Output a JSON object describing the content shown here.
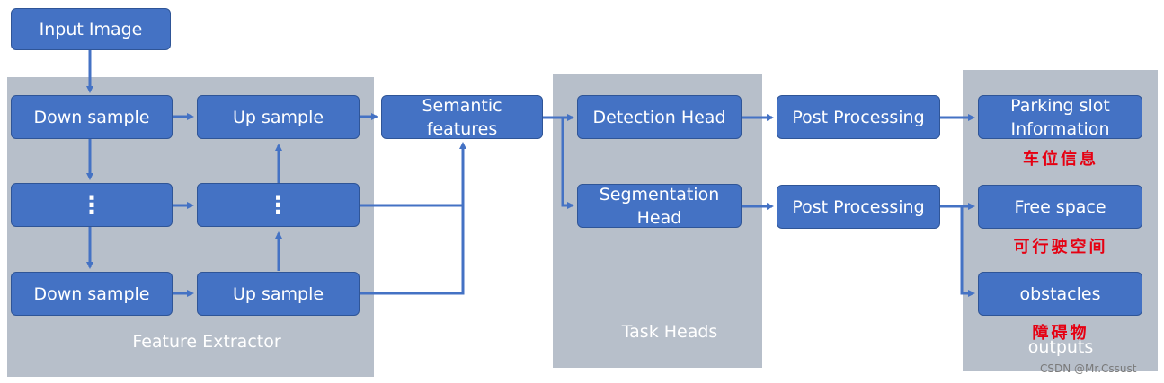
{
  "panels": {
    "feature_extractor": "Feature Extractor",
    "task_heads": "Task Heads",
    "outputs": "outputs"
  },
  "boxes": {
    "input_image": "Input Image",
    "down_sample_top": "Down sample",
    "up_sample_top": "Up sample",
    "dots_left": "⋮",
    "dots_right": "⋮",
    "down_sample_bottom": "Down sample",
    "up_sample_bottom": "Up sample",
    "semantic_features": "Semantic\nfeatures",
    "detection_head": "Detection Head",
    "segmentation_head": "Segmentation\nHead",
    "post_processing_1": "Post Processing",
    "post_processing_2": "Post Processing",
    "parking_slot": "Parking slot\nInformation",
    "free_space": "Free space",
    "obstacles": "obstacles"
  },
  "annotations": {
    "parking_slot_cn": "车位信息",
    "free_space_cn": "可行驶空间",
    "obstacles_cn": "障碍物"
  },
  "watermark": "CSDN @Mr.Cssust",
  "colors": {
    "box_fill": "#4472c4",
    "box_border": "#2f5597",
    "panel": "#b7bfca",
    "arrow": "#4472c4",
    "annotation": "#e60012"
  }
}
